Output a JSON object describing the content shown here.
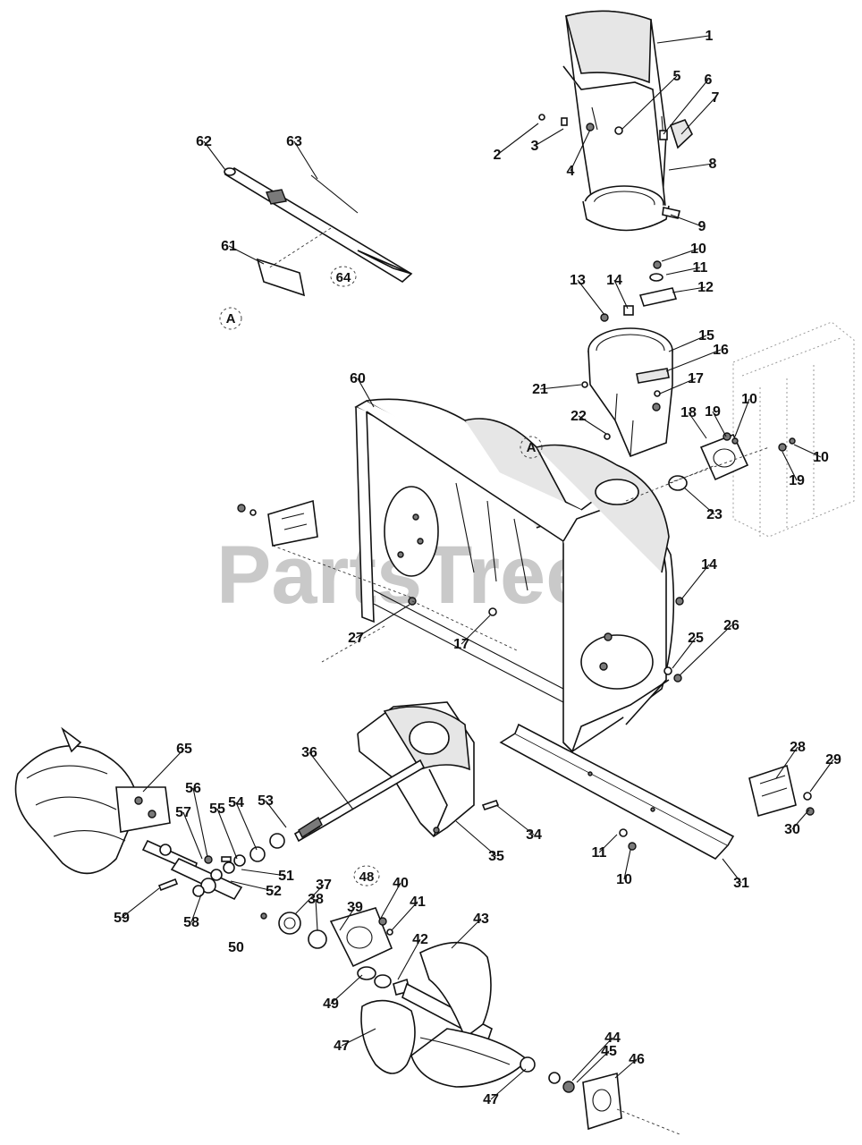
{
  "watermark": "PartsTree",
  "reference_marks": [
    "A",
    "A"
  ],
  "labels": [
    "1",
    "2",
    "3",
    "4",
    "5",
    "6",
    "7",
    "8",
    "9",
    "10",
    "11",
    "12",
    "13",
    "14",
    "15",
    "16",
    "17",
    "21",
    "10",
    "19",
    "18",
    "10",
    "19",
    "22",
    "23",
    "60",
    "14",
    "17",
    "27",
    "25",
    "26",
    "28",
    "65",
    "36",
    "29",
    "56",
    "53",
    "54",
    "34",
    "55",
    "35",
    "57",
    "30",
    "11",
    "31",
    "10",
    "51",
    "52",
    "59",
    "58",
    "48",
    "37",
    "40",
    "38",
    "41",
    "50",
    "39",
    "43",
    "42",
    "49",
    "47",
    "44",
    "45",
    "46",
    "47",
    "62",
    "63",
    "61",
    "64"
  ],
  "circled": {
    "a": "48",
    "b": "64"
  }
}
